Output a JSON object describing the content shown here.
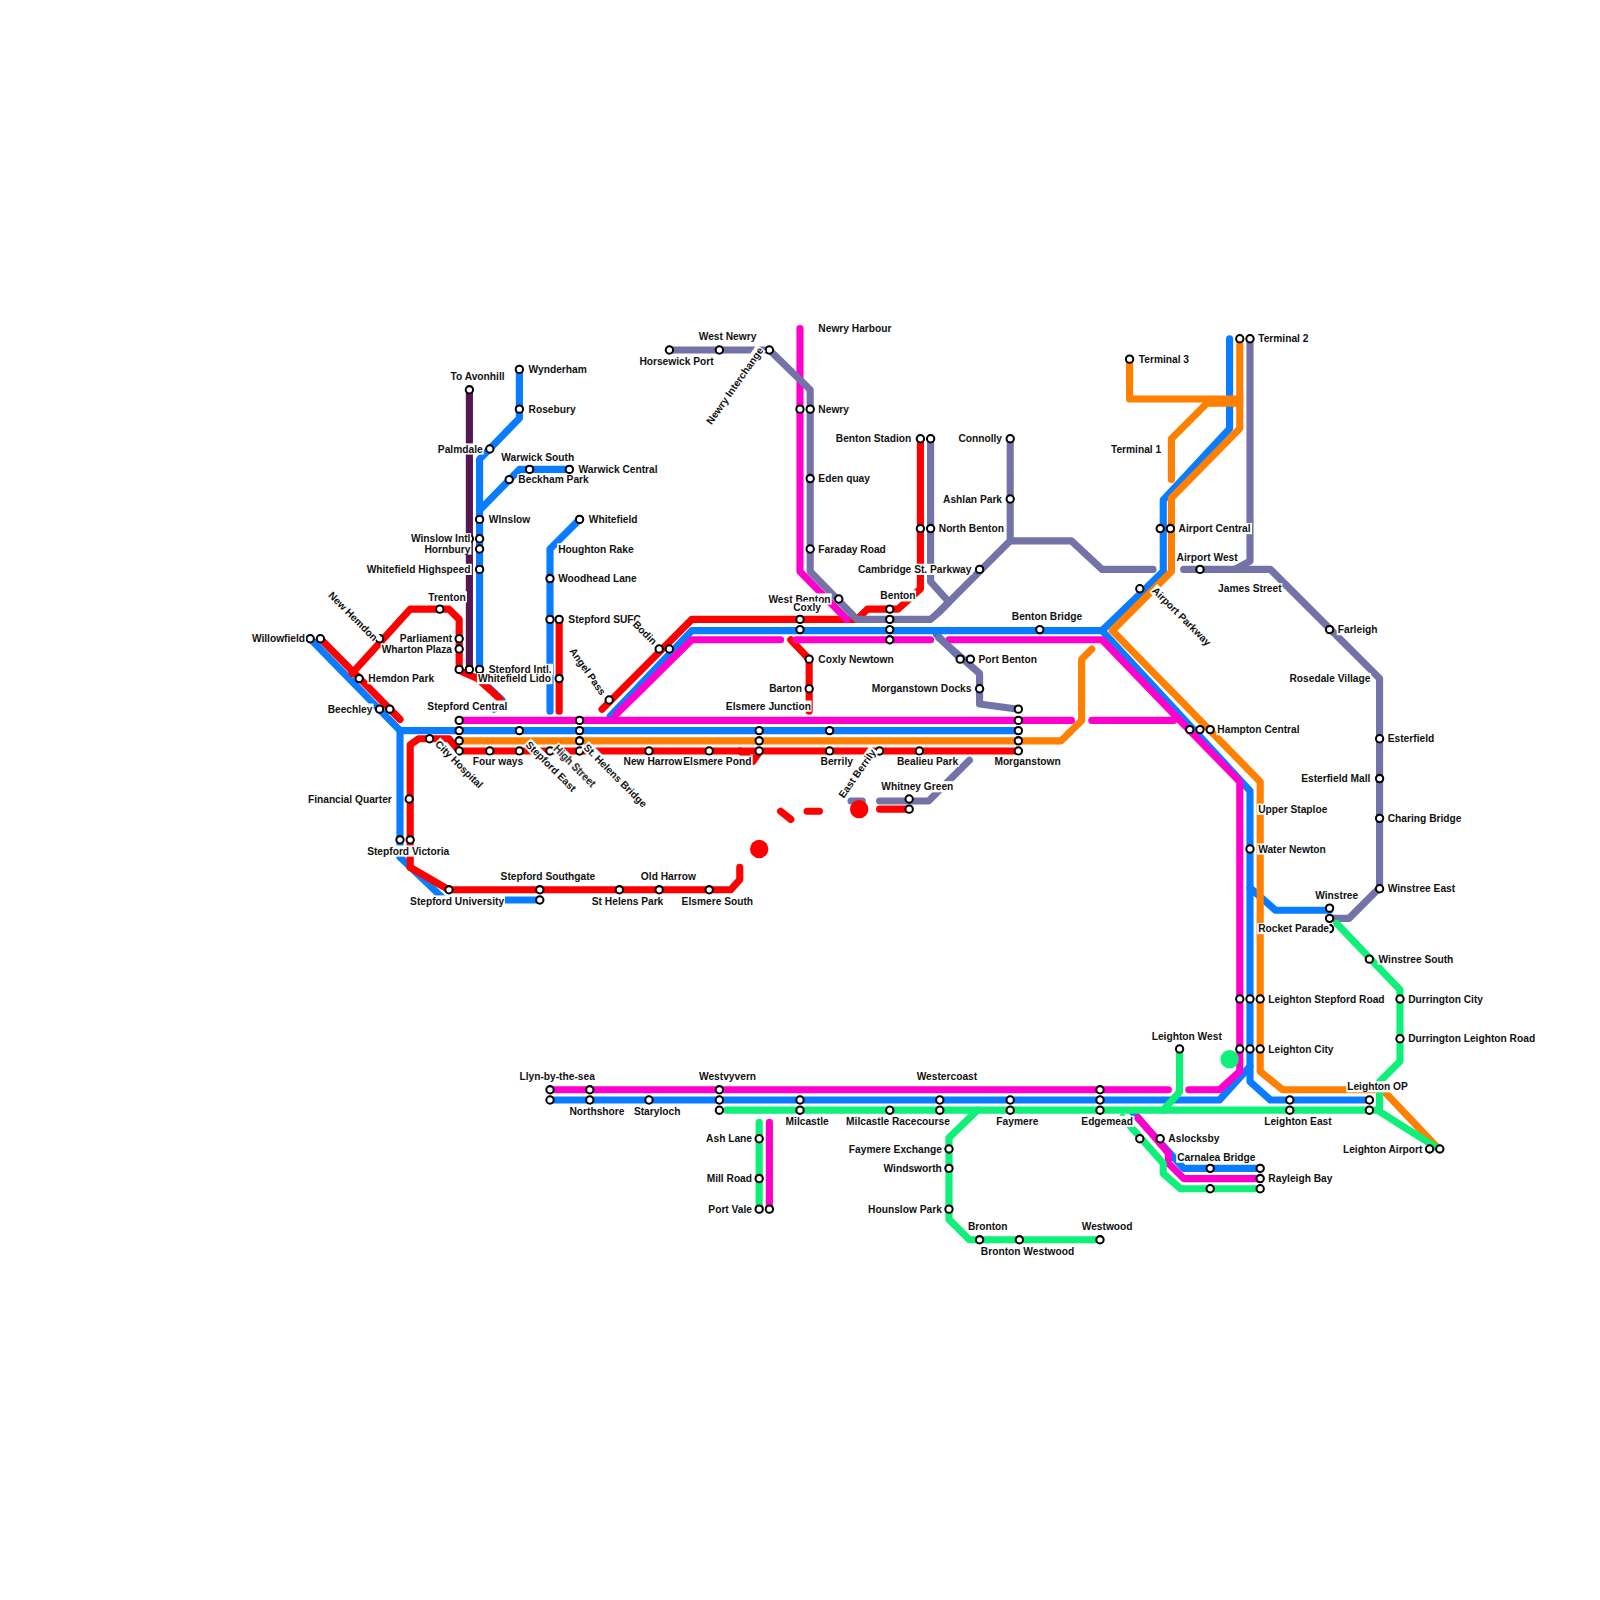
{
  "diagram": {
    "labels": [
      "To Avonhill",
      "Wynderham",
      "Rosebury",
      "Palmdale",
      "Warwick South",
      "Warwick Central",
      "Beckham Park",
      "WInslow",
      "Winslow Intl",
      "Hornbury",
      "Whitefield Highspeed",
      "Trenton",
      "New Hemdon",
      "Parliament",
      "Wharton Plaza",
      "Willowfield",
      "Hemdon Park",
      "Beechley",
      "Stepford Intl.",
      "Whitefield Lido",
      "Stepford Central",
      "City Hospital",
      "Four ways",
      "Stepford East",
      "High Street",
      "St. Helens Bridge",
      "Financial Quarter",
      "Stepford Victoria",
      "Stepford University",
      "Stepford Southgate",
      "St Helens Park",
      "Old Harrow",
      "Elsmere South",
      "Whitefield",
      "Houghton Rake",
      "Woodhead Lane",
      "Stepford SUFC",
      "Bodin",
      "Angel Pass",
      "New Harrow",
      "Elsmere Pond",
      "Elsmere Junction",
      "Horsewick Port",
      "West Newry",
      "Newry Interchange",
      "Newry Harbour",
      "Newry",
      "Eden quay",
      "Faraday Road",
      "West Benton",
      "Coxly",
      "Coxly Newtown",
      "Barton",
      "Berrily",
      "East Berrily",
      "Bealieu Park",
      "Whitney Green",
      "Benton",
      "Benton Stadion",
      "North Benton",
      "Connolly",
      "Ashlan Park",
      "Cambridge St. Parkway",
      "Benton Bridge",
      "Port Benton",
      "Morganstown Docks",
      "Morganstown",
      "Terminal 3",
      "Terminal 1",
      "Terminal 2",
      "Airport Central",
      "Airport West",
      "James Street",
      "Airport Parkway",
      "Farleigh",
      "Rosedale Village",
      "Esterfield",
      "Esterfield Mall",
      "Charing Bridge",
      "Winstree East",
      "Winstree",
      "Hampton Central",
      "Upper Staploe",
      "Water Newton",
      "Rocket Parade",
      "Winstree South",
      "Durrington City",
      "Durrington Leighton Road",
      "Leighton Stepford Road",
      "Leighton City",
      "Leighton West",
      "Leighton OP",
      "Leighton East",
      "Leighton Airport",
      "Aslocksby",
      "Carnalea Bridge",
      "Rayleigh Bay",
      "Llyn-by-the-sea",
      "Northshore",
      "Staryloch",
      "Westvyvern",
      "Milcastle",
      "Milcastle Racecourse",
      "Westercoast",
      "Faymere",
      "Edgemead",
      "Ash Lane",
      "Mill Road",
      "Port Vale",
      "Faymere Exchange",
      "Windsworth",
      "Hounslow Park",
      "Bronton",
      "Bronton Westwood",
      "Westwood"
    ]
  }
}
